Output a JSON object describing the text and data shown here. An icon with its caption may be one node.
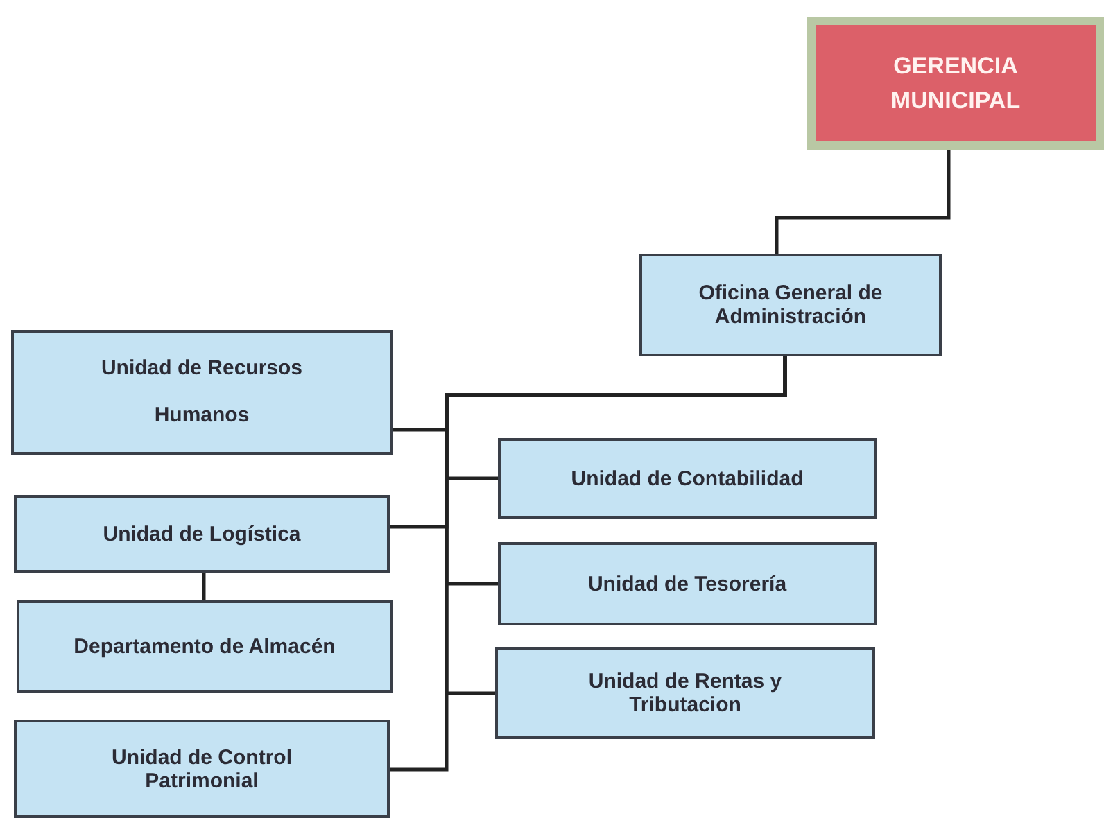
{
  "diagram": {
    "nodes": [
      {
        "text": [
          "GERENCIA MUNICIPAL"
        ]
      },
      {
        "text": [
          "Oficina General de Administración"
        ]
      },
      {
        "text": [
          "Unidad de Recursos Humanos"
        ]
      },
      {
        "text": [
          "Unidad de Contabilidad"
        ]
      },
      {
        "text": [
          "Unidad de Logística"
        ]
      },
      {
        "text": [
          "Unidad de Tesorería"
        ]
      },
      {
        "text": [
          "Departamento de Almacén"
        ]
      },
      {
        "text": [
          "Unidad de Rentas y Tributacion"
        ]
      },
      {
        "text": [
          "Unidad de Control Patrimonial"
        ]
      }
    ],
    "edges": [
      {
        "from": 0,
        "to": 1,
        "arrow": "none"
      },
      {
        "from": 1,
        "to": 2,
        "arrow": "none"
      },
      {
        "from": 1,
        "to": 3,
        "arrow": "none"
      },
      {
        "from": 1,
        "to": 4,
        "arrow": "none"
      },
      {
        "from": 1,
        "to": 5,
        "arrow": "none"
      },
      {
        "from": 1,
        "to": 7,
        "arrow": "none"
      },
      {
        "from": 1,
        "to": 8,
        "arrow": "none"
      },
      {
        "from": 4,
        "to": 6,
        "arrow": "none"
      }
    ]
  }
}
